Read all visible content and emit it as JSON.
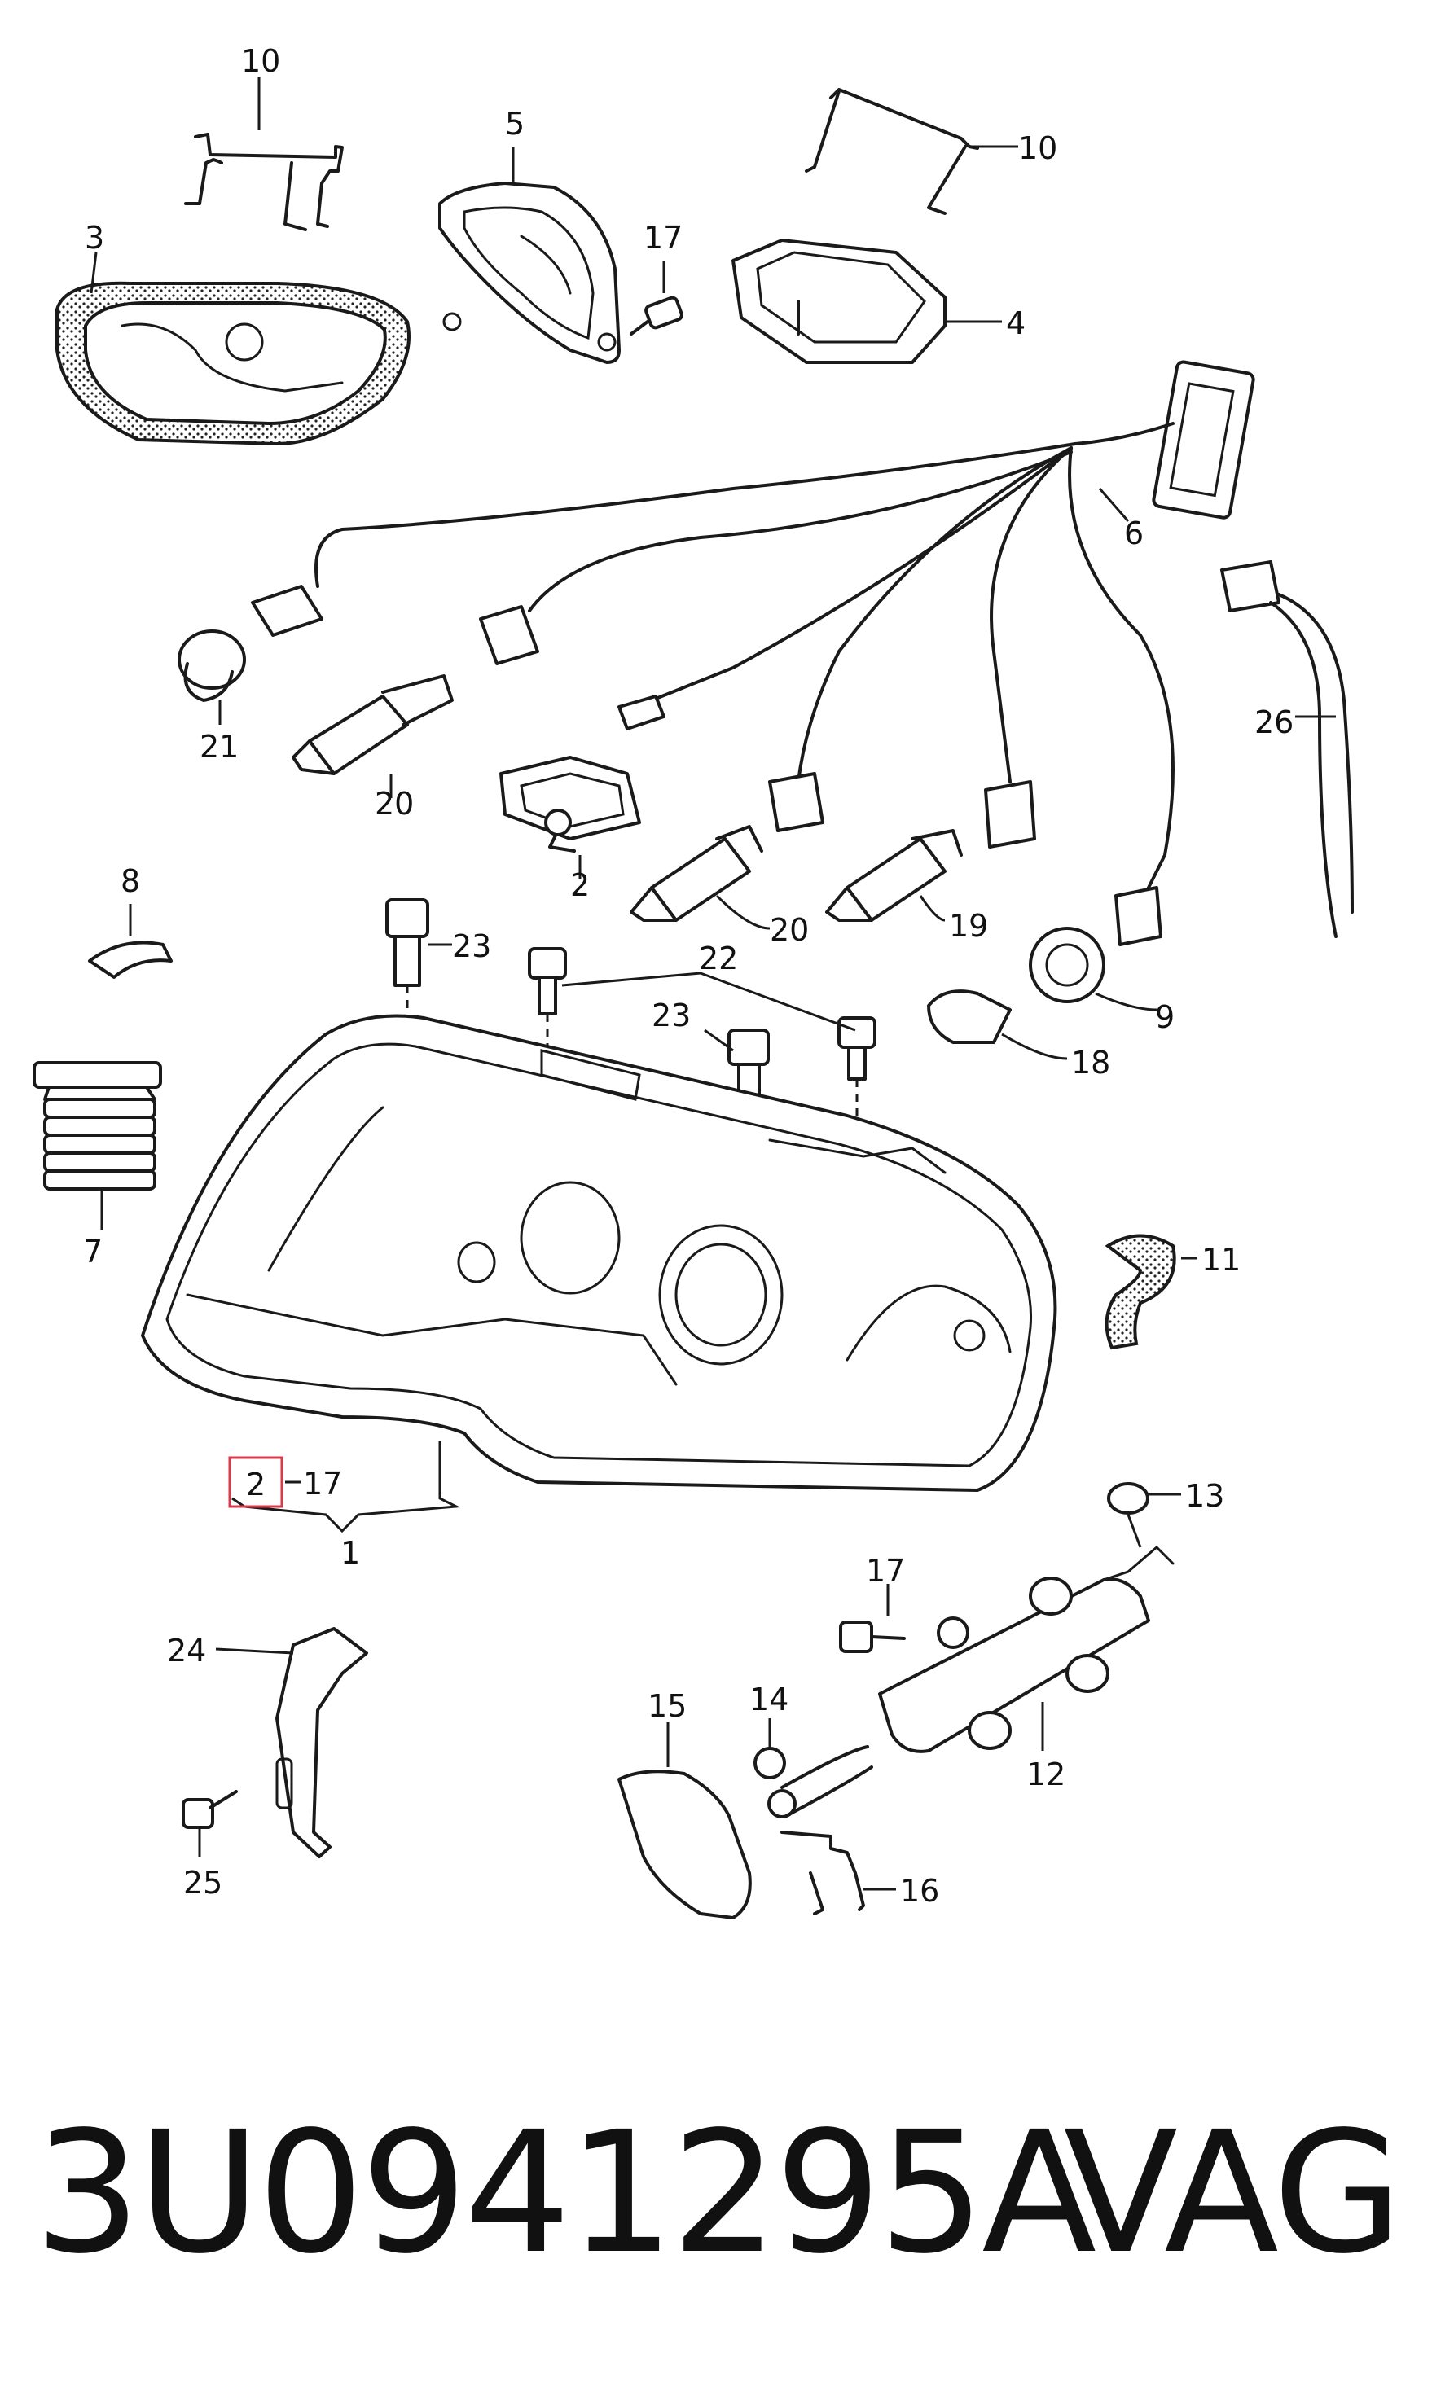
{
  "diagram": {
    "labels": [
      "1",
      "2",
      "2",
      "3",
      "4",
      "5",
      "6",
      "7",
      "8",
      "9",
      "10",
      "10",
      "11",
      "12",
      "13",
      "14",
      "15",
      "16",
      "17",
      "17",
      "17",
      "18",
      "19",
      "20",
      "20",
      "21",
      "22",
      "23",
      "23",
      "24",
      "25",
      "26"
    ]
  },
  "callouts": {
    "l1": "1",
    "l2a": "2",
    "l2b": "2",
    "l3": "3",
    "l4": "4",
    "l5": "5",
    "l6": "6",
    "l7": "7",
    "l8": "8",
    "l9": "9",
    "l10a": "10",
    "l10b": "10",
    "l11": "11",
    "l12": "12",
    "l13": "13",
    "l14": "14",
    "l15": "15",
    "l16": "16",
    "l17a": "17",
    "l17b": "17",
    "l17c": "17",
    "l18": "18",
    "l19": "19",
    "l20a": "20",
    "l20b": "20",
    "l21": "21",
    "l22": "22",
    "l23a": "23",
    "l23b": "23",
    "l24": "24",
    "l25": "25",
    "l26": "26"
  },
  "highlight": {
    "color": "#d93a4a",
    "label": "2"
  },
  "footer": {
    "part_number": "3U0941295A",
    "brand": "VAG"
  }
}
